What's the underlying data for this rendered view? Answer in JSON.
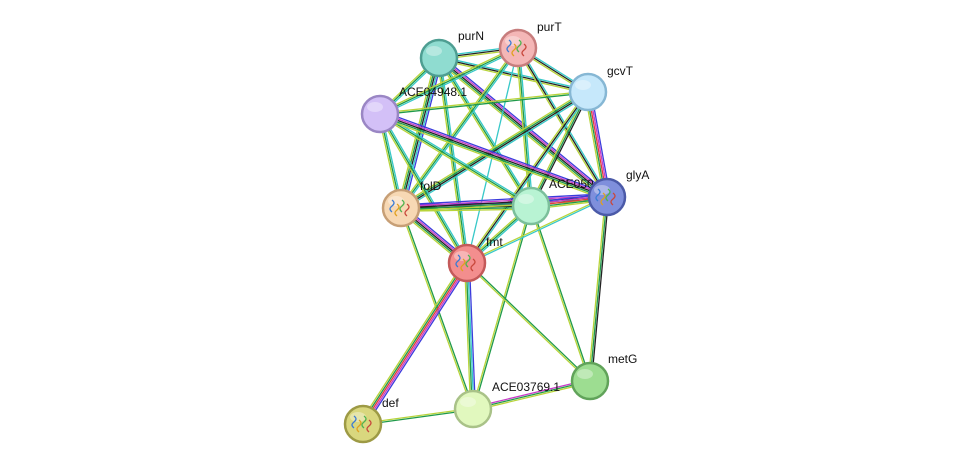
{
  "network": {
    "nodes": [
      {
        "id": "purN",
        "label": "purN",
        "fill": "#8fdcd0",
        "stroke": "#4e9e92",
        "structure": false
      },
      {
        "id": "purT",
        "label": "purT",
        "fill": "#f4b6b6",
        "stroke": "#c77d7d",
        "structure": true
      },
      {
        "id": "gcvT",
        "label": "gcvT",
        "fill": "#c6e8fb",
        "stroke": "#86b7d4",
        "structure": false
      },
      {
        "id": "ACE04948.1",
        "label": "ACE04948.1",
        "fill": "#d3c0f7",
        "stroke": "#9a86c4",
        "structure": false
      },
      {
        "id": "folD",
        "label": "folD",
        "fill": "#f7d8b4",
        "stroke": "#c79f76",
        "structure": true
      },
      {
        "id": "ACE050",
        "label": "ACE050",
        "fill": "#b8f3d3",
        "stroke": "#7bbf9b",
        "structure": false
      },
      {
        "id": "glyA",
        "label": "glyA",
        "fill": "#7f8fdc",
        "stroke": "#4b5aa8",
        "structure": true
      },
      {
        "id": "fmt",
        "label": "fmt",
        "fill": "#f38e8e",
        "stroke": "#c45a5a",
        "structure": true
      },
      {
        "id": "metG",
        "label": "metG",
        "fill": "#9ddd91",
        "stroke": "#61a35a",
        "structure": false
      },
      {
        "id": "ACE03769.1",
        "label": "ACE03769.1",
        "fill": "#e1f8be",
        "stroke": "#a9c288",
        "structure": false
      },
      {
        "id": "def",
        "label": "def",
        "fill": "#d9d77e",
        "stroke": "#9d9a45",
        "structure": true
      }
    ],
    "edges": [
      {
        "source": "purN",
        "target": "purT",
        "colors": [
          "#37c8c8",
          "#222222",
          "#b8d43a"
        ]
      },
      {
        "source": "purN",
        "target": "gcvT",
        "colors": [
          "#37c8c8",
          "#222222",
          "#b8d43a"
        ]
      },
      {
        "source": "purN",
        "target": "ACE04948.1",
        "colors": [
          "#37c8c8",
          "#1f9a4a",
          "#b8d43a"
        ]
      },
      {
        "source": "purN",
        "target": "folD",
        "colors": [
          "#3b3bdc",
          "#37c8c8",
          "#222222",
          "#1f9a4a",
          "#b8d43a"
        ]
      },
      {
        "source": "purN",
        "target": "ACE050",
        "colors": [
          "#37c8c8",
          "#1f9a4a",
          "#b8d43a"
        ]
      },
      {
        "source": "purN",
        "target": "glyA",
        "colors": [
          "#3b3bdc",
          "#c83cc8",
          "#222222",
          "#1f9a4a",
          "#b8d43a"
        ]
      },
      {
        "source": "purN",
        "target": "fmt",
        "colors": [
          "#37c8c8",
          "#1f9a4a",
          "#b8d43a"
        ]
      },
      {
        "source": "purT",
        "target": "gcvT",
        "colors": [
          "#37c8c8",
          "#222222",
          "#b8d43a"
        ]
      },
      {
        "source": "purT",
        "target": "ACE04948.1",
        "colors": [
          "#37c8c8",
          "#1f9a4a",
          "#b8d43a"
        ]
      },
      {
        "source": "purT",
        "target": "folD",
        "colors": [
          "#37c8c8",
          "#1f9a4a",
          "#b8d43a"
        ]
      },
      {
        "source": "purT",
        "target": "ACE050",
        "colors": [
          "#37c8c8",
          "#1f9a4a",
          "#b8d43a"
        ]
      },
      {
        "source": "purT",
        "target": "glyA",
        "colors": [
          "#37c8c8",
          "#222222",
          "#b8d43a"
        ]
      },
      {
        "source": "purT",
        "target": "fmt",
        "colors": [
          "#37c8c8"
        ]
      },
      {
        "source": "gcvT",
        "target": "ACE04948.1",
        "colors": [
          "#1f9a4a",
          "#b8d43a"
        ]
      },
      {
        "source": "gcvT",
        "target": "folD",
        "colors": [
          "#37c8c8",
          "#222222",
          "#1f9a4a",
          "#b8d43a"
        ]
      },
      {
        "source": "gcvT",
        "target": "ACE050",
        "colors": [
          "#222222",
          "#1f9a4a",
          "#b8d43a"
        ]
      },
      {
        "source": "gcvT",
        "target": "glyA",
        "colors": [
          "#3b3bdc",
          "#c83cc8",
          "#e33a3a",
          "#1f9a4a",
          "#b8d43a"
        ]
      },
      {
        "source": "gcvT",
        "target": "fmt",
        "colors": [
          "#37c8c8",
          "#222222",
          "#b8d43a"
        ]
      },
      {
        "source": "ACE04948.1",
        "target": "folD",
        "colors": [
          "#37c8c8",
          "#1f9a4a",
          "#b8d43a"
        ]
      },
      {
        "source": "ACE04948.1",
        "target": "ACE050",
        "colors": [
          "#37c8c8",
          "#1f9a4a",
          "#b8d43a"
        ]
      },
      {
        "source": "ACE04948.1",
        "target": "glyA",
        "colors": [
          "#3b3bdc",
          "#c83cc8",
          "#222222",
          "#1f9a4a",
          "#b8d43a"
        ]
      },
      {
        "source": "ACE04948.1",
        "target": "fmt",
        "colors": [
          "#37c8c8",
          "#1f9a4a",
          "#b8d43a"
        ]
      },
      {
        "source": "folD",
        "target": "ACE050",
        "colors": [
          "#3b3bdc",
          "#c83cc8",
          "#222222",
          "#1f9a4a",
          "#b8d43a"
        ]
      },
      {
        "source": "folD",
        "target": "glyA",
        "colors": [
          "#3b3bdc",
          "#c83cc8",
          "#222222",
          "#1f9a4a",
          "#b8d43a"
        ]
      },
      {
        "source": "folD",
        "target": "fmt",
        "colors": [
          "#3b3bdc",
          "#c83cc8",
          "#222222",
          "#1f9a4a",
          "#b8d43a"
        ]
      },
      {
        "source": "folD",
        "target": "ACE03769.1",
        "colors": [
          "#1f9a4a",
          "#b8d43a"
        ]
      },
      {
        "source": "ACE050",
        "target": "glyA",
        "colors": [
          "#3b3bdc",
          "#c83cc8",
          "#e33a3a",
          "#1f9a4a",
          "#b8d43a"
        ]
      },
      {
        "source": "ACE050",
        "target": "fmt",
        "colors": [
          "#37c8c8",
          "#1f9a4a",
          "#b8d43a"
        ]
      },
      {
        "source": "ACE050",
        "target": "metG",
        "colors": [
          "#1f9a4a",
          "#b8d43a"
        ]
      },
      {
        "source": "ACE050",
        "target": "ACE03769.1",
        "colors": [
          "#1f9a4a",
          "#b8d43a"
        ]
      },
      {
        "source": "glyA",
        "target": "fmt",
        "colors": [
          "#37c8c8",
          "#b8d43a"
        ]
      },
      {
        "source": "glyA",
        "target": "metG",
        "colors": [
          "#222222",
          "#1f9a4a",
          "#b8d43a"
        ]
      },
      {
        "source": "fmt",
        "target": "metG",
        "colors": [
          "#1f9a4a",
          "#b8d43a"
        ]
      },
      {
        "source": "fmt",
        "target": "ACE03769.1",
        "colors": [
          "#3b3bdc",
          "#37c8c8",
          "#1f9a4a",
          "#b8d43a"
        ]
      },
      {
        "source": "fmt",
        "target": "def",
        "colors": [
          "#3b3bdc",
          "#c83cc8",
          "#e33a3a",
          "#1f9a4a",
          "#b8d43a"
        ]
      },
      {
        "source": "ACE03769.1",
        "target": "metG",
        "colors": [
          "#c83cc8",
          "#1f9a4a",
          "#b8d43a"
        ]
      },
      {
        "source": "ACE03769.1",
        "target": "def",
        "colors": [
          "#1f9a4a",
          "#b8d43a"
        ]
      }
    ]
  }
}
